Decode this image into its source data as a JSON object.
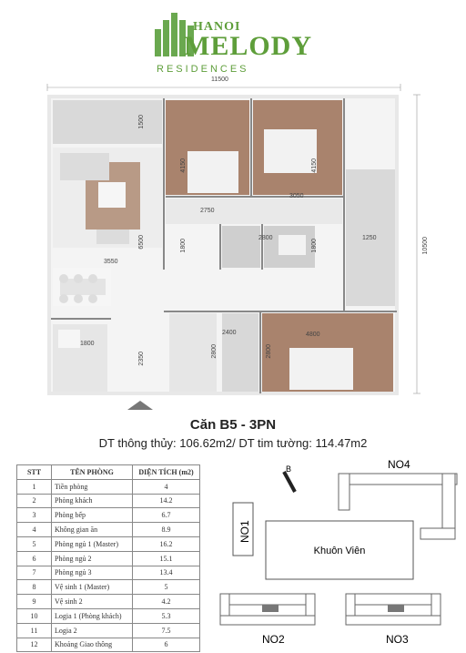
{
  "brand": {
    "line1": "HANOI",
    "line2": "MELODY",
    "line3": "RESIDENCES",
    "color": "#5e9e3a"
  },
  "plan": {
    "dims": {
      "total_width": "11500",
      "total_depth": "10500",
      "d1500": "1500",
      "d4150a": "4150",
      "d4150b": "4150",
      "d2750": "2750",
      "d3050": "3050",
      "d1800a": "1800",
      "d2800a": "2800",
      "d1800b": "1800",
      "d1250": "1250",
      "d6500": "6500",
      "d3550": "3550",
      "d1800c": "1800",
      "d2400": "2400",
      "d2800b": "2800",
      "d4800": "4800",
      "d2800c": "2800",
      "d2350": "2350"
    }
  },
  "unit": {
    "title": "Căn B5 - 3PN",
    "area": "DT thông thủy: 106.62m2/ DT tim tường: 114.47m2"
  },
  "table": {
    "headers": [
      "STT",
      "TÊN PHÒNG",
      "DIỆN TÍCH (m2)"
    ],
    "rows": [
      [
        "1",
        "Tiền phòng",
        "4"
      ],
      [
        "2",
        "Phòng khách",
        "14.2"
      ],
      [
        "3",
        "Phòng bếp",
        "6.7"
      ],
      [
        "4",
        "Không gian ăn",
        "8.9"
      ],
      [
        "5",
        "Phòng ngủ 1 (Master)",
        "16.2"
      ],
      [
        "6",
        "Phòng ngủ 2",
        "15.1"
      ],
      [
        "7",
        "Phòng ngủ 3",
        "13.4"
      ],
      [
        "8",
        "Vệ sinh 1 (Master)",
        "5"
      ],
      [
        "9",
        "Vệ sinh 2",
        "4.2"
      ],
      [
        "10",
        "Logia 1 (Phòng khách)",
        "5.3"
      ],
      [
        "11",
        "Logia 2",
        "7.5"
      ],
      [
        "12",
        "Khoảng Giao thông",
        "6"
      ]
    ]
  },
  "site": {
    "north": "B",
    "no1": "NO1",
    "no2": "NO2",
    "no3": "NO3",
    "no4": "NO4",
    "garden": "Khuôn Viên",
    "highlight_color": "#777777"
  }
}
